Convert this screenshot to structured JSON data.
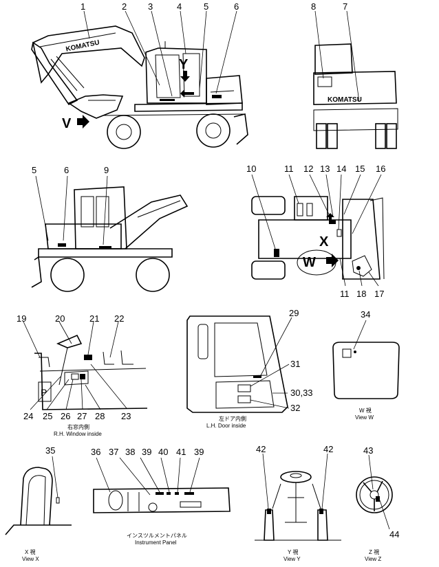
{
  "brand_text": "KOMATSU",
  "arrow_labels": {
    "v": "V",
    "y": "Y",
    "x": "X",
    "w": "W"
  },
  "part_numbers": {
    "p1": "1",
    "p2": "2",
    "p3": "3",
    "p4": "4",
    "p5": "5",
    "p6": "6",
    "p7": "7",
    "p8": "8",
    "p5b": "5",
    "p6b": "6",
    "p9": "9",
    "p10": "10",
    "p11": "11",
    "p12": "12",
    "p13": "13",
    "p14": "14",
    "p15": "15",
    "p16": "16",
    "p11b": "11",
    "p18": "18",
    "p17": "17",
    "p19": "19",
    "p20": "20",
    "p21": "21",
    "p22": "22",
    "p24": "24",
    "p25": "25",
    "p26": "26",
    "p27": "27",
    "p28": "28",
    "p23": "23",
    "p29": "29",
    "p31": "31",
    "p3033": "30,33",
    "p32": "32",
    "p34": "34",
    "p35": "35",
    "p36": "36",
    "p37": "37",
    "p38": "38",
    "p39": "39",
    "p40": "40",
    "p41": "41",
    "p39b": "39",
    "p42": "42",
    "p42b": "42",
    "p43": "43",
    "p44": "44"
  },
  "captions": {
    "rh_window_jp": "右窓内側",
    "rh_window_en": "R.H. Window inside",
    "lh_door_jp": "左ドア内側",
    "lh_door_en": "L.H. Door inside",
    "view_w_jp": "W 視",
    "view_w_en": "View W",
    "view_x_jp": "X 視",
    "view_x_en": "View X",
    "panel_jp": "インスツルメントパネル",
    "panel_en": "Instrument Panel",
    "view_y_jp": "Y 視",
    "view_y_en": "View Y",
    "view_z_jp": "Z 視",
    "view_z_en": "View Z"
  },
  "small_marks": {
    "p_sign": "P"
  }
}
